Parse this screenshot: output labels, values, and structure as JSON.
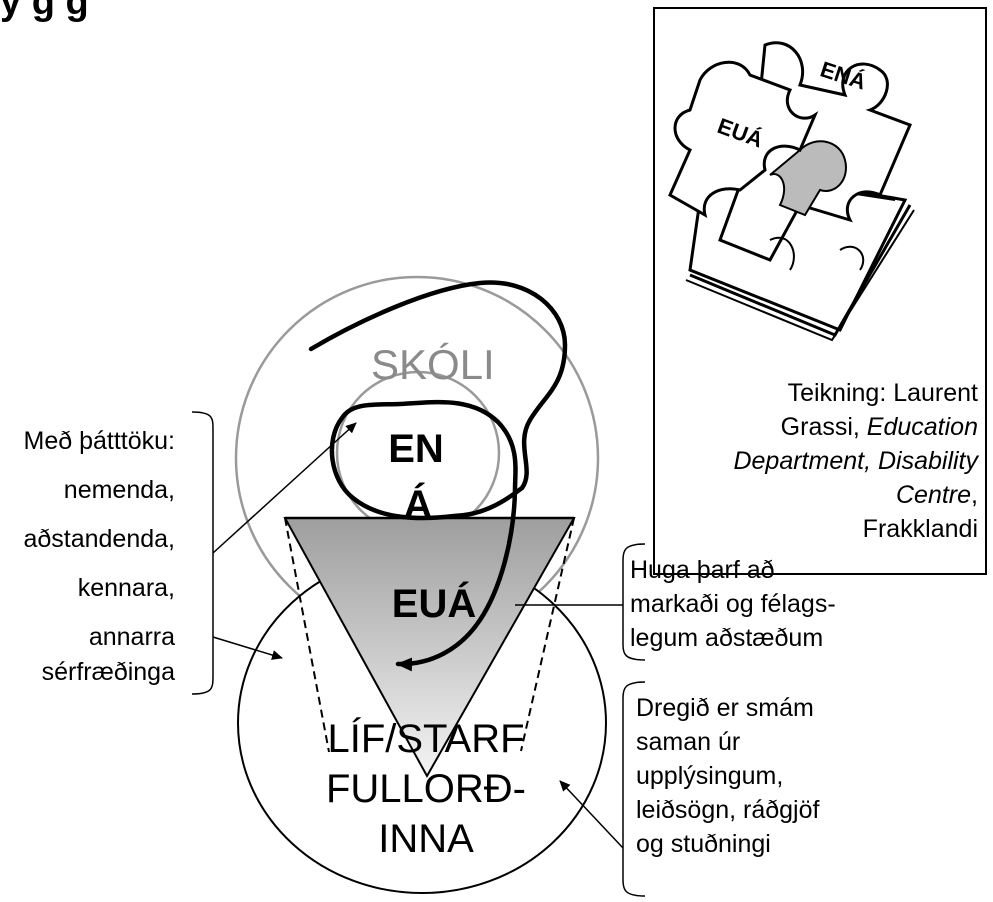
{
  "title_fragment": "y  g  g",
  "labels": {
    "school": "SKÓLI",
    "ena_line1": "EN",
    "ena_line2": "Á",
    "eua": "EUÁ",
    "adult_life": [
      "LÍF/STARF",
      "FULLORÐ-",
      "INNA"
    ]
  },
  "left_callout": {
    "lines": [
      "Með þátttöku:",
      "nemenda,",
      "aðstandenda,",
      "kennara,",
      "annarra",
      "sérfræðinga"
    ]
  },
  "right_top_callout": {
    "lines": [
      "Huga þarf að",
      "markaði og félags-",
      "legum aðstæðum"
    ]
  },
  "right_bottom_callout": {
    "lines": [
      "Dregið er smám",
      "saman úr",
      "upplýsingum,",
      "leiðsögn, ráðgjöf",
      "og stuðningi"
    ]
  },
  "credit_box": {
    "line1": "Teikning: Laurent",
    "line2_plain": "Grassi, ",
    "line2_italic": "Education",
    "line3_italic": "Department, Disability",
    "line4_italic": "Centre",
    "line4_plain": ",",
    "line5": "Frakklandi",
    "puzzle_labels": [
      "EUÁ",
      "ENÁ"
    ]
  },
  "colors": {
    "ring": "#9a9a9a",
    "stroke": "#000000",
    "gradient_top": "#9e9e9e",
    "gradient_bottom": "#f4f4f4"
  }
}
